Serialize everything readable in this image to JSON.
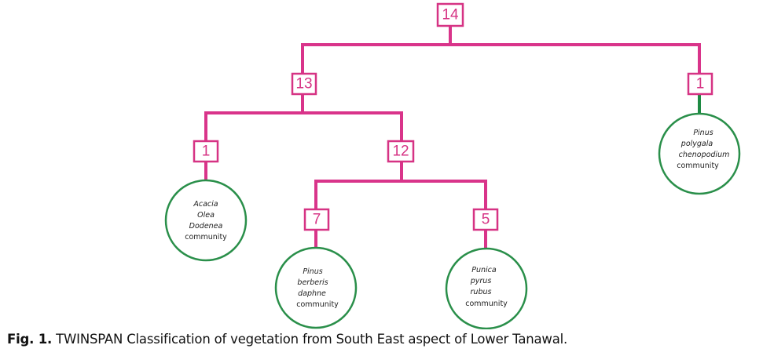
{
  "figure": {
    "type": "TWINSPAN dendrogram",
    "colors": {
      "division_line": "#d9348a",
      "division_box": "#d63384",
      "community_circle": "#2a8f4a",
      "terminal_connector": "#1e8a43"
    },
    "nodes": [
      {
        "id": "n14",
        "count": "14",
        "children": [
          "n13",
          "n1r"
        ]
      },
      {
        "id": "n13",
        "count": "13",
        "children": [
          "n1l",
          "n12"
        ]
      },
      {
        "id": "n1r",
        "count": "1",
        "community": "c_pinus_polygala"
      },
      {
        "id": "n1l",
        "count": "1",
        "community": "c_acacia"
      },
      {
        "id": "n12",
        "count": "12",
        "children": [
          "n7",
          "n5"
        ]
      },
      {
        "id": "n7",
        "count": "7",
        "community": "c_pinus_berberis"
      },
      {
        "id": "n5",
        "count": "5",
        "community": "c_punica"
      }
    ],
    "communities": [
      {
        "id": "c_acacia",
        "species": [
          "Acacia",
          "Olea",
          "Dodenea"
        ],
        "suffix": "community"
      },
      {
        "id": "c_pinus_berberis",
        "species": [
          "Pinus",
          "berberis",
          "daphne"
        ],
        "suffix": "community"
      },
      {
        "id": "c_punica",
        "species": [
          "Punica",
          "pyrus",
          "rubus"
        ],
        "suffix": "community"
      },
      {
        "id": "c_pinus_polygala",
        "species": [
          "Pinus",
          "polygala",
          "chenopodium"
        ],
        "suffix": "community"
      }
    ]
  },
  "caption": {
    "label": "Fig. 1.",
    "text": " TWINSPAN Classification of vegetation from South East aspect of Lower Tanawal."
  }
}
